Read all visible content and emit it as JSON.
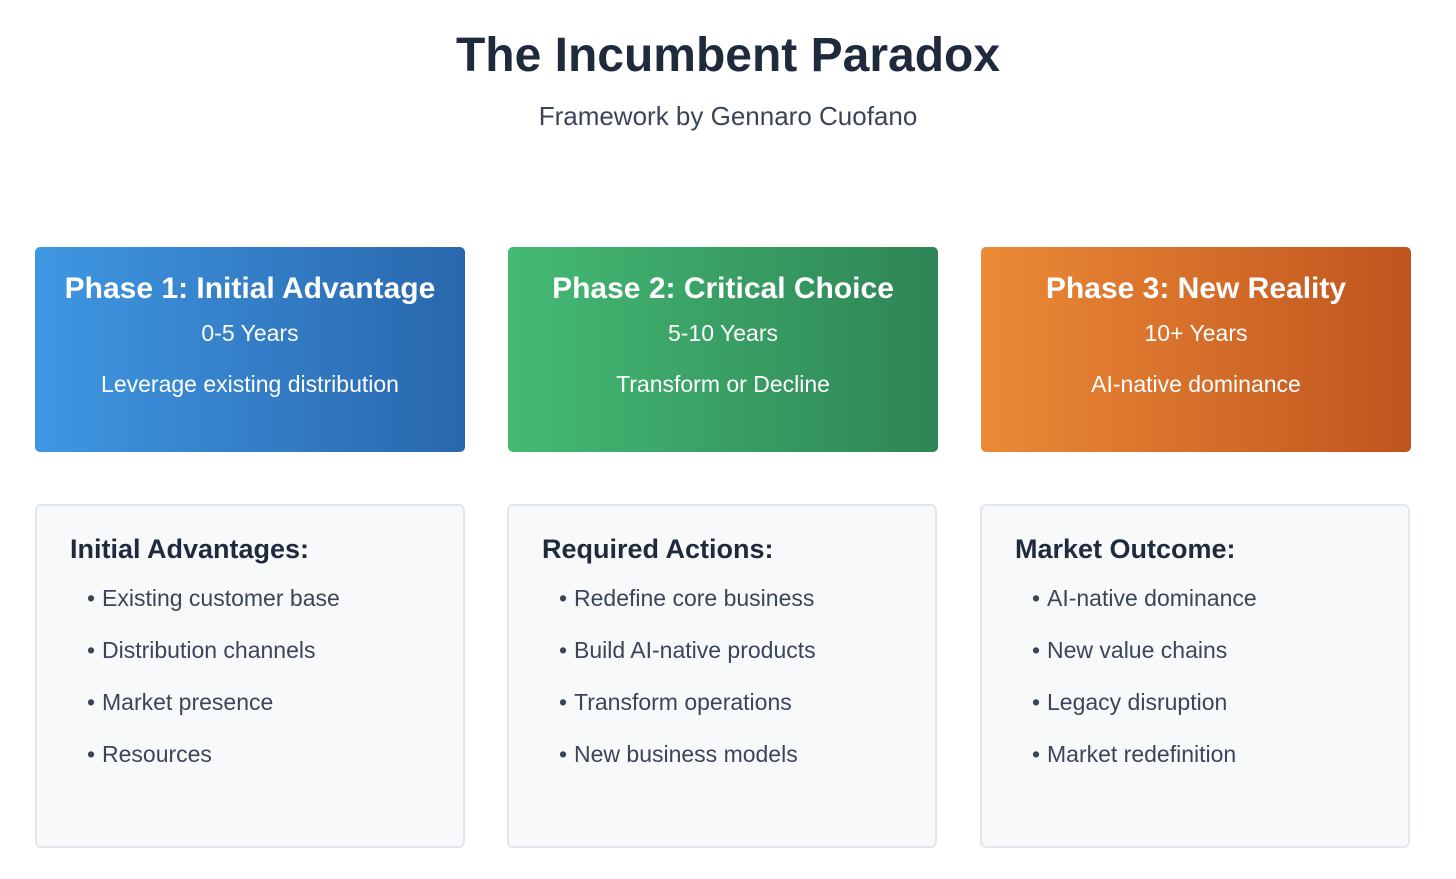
{
  "header": {
    "title": "The Incumbent Paradox",
    "subtitle": "Framework by Gennaro Cuofano"
  },
  "phases": [
    {
      "title": "Phase 1: Initial Advantage",
      "years": "0-5 Years",
      "tagline": "Leverage existing distribution",
      "color_start": "#3f97e2",
      "color_end": "#2967ad"
    },
    {
      "title": "Phase 2: Critical Choice",
      "years": "5-10 Years",
      "tagline": "Transform or Decline",
      "color_start": "#44ba74",
      "color_end": "#2e8555"
    },
    {
      "title": "Phase 3: New Reality",
      "years": "10+ Years",
      "tagline": "AI-native dominance",
      "color_start": "#ec8a36",
      "color_end": "#c0541e"
    }
  ],
  "details": [
    {
      "heading": "Initial Advantages:",
      "items": [
        "Existing customer base",
        "Distribution channels",
        "Market presence",
        "Resources"
      ]
    },
    {
      "heading": "Required Actions:",
      "items": [
        "Redefine core business",
        "Build AI-native products",
        "Transform operations",
        "New business models"
      ]
    },
    {
      "heading": "Market Outcome:",
      "items": [
        "AI-native dominance",
        "New value chains",
        "Legacy disruption",
        "Market redefinition"
      ]
    }
  ],
  "bullet_char": "•"
}
